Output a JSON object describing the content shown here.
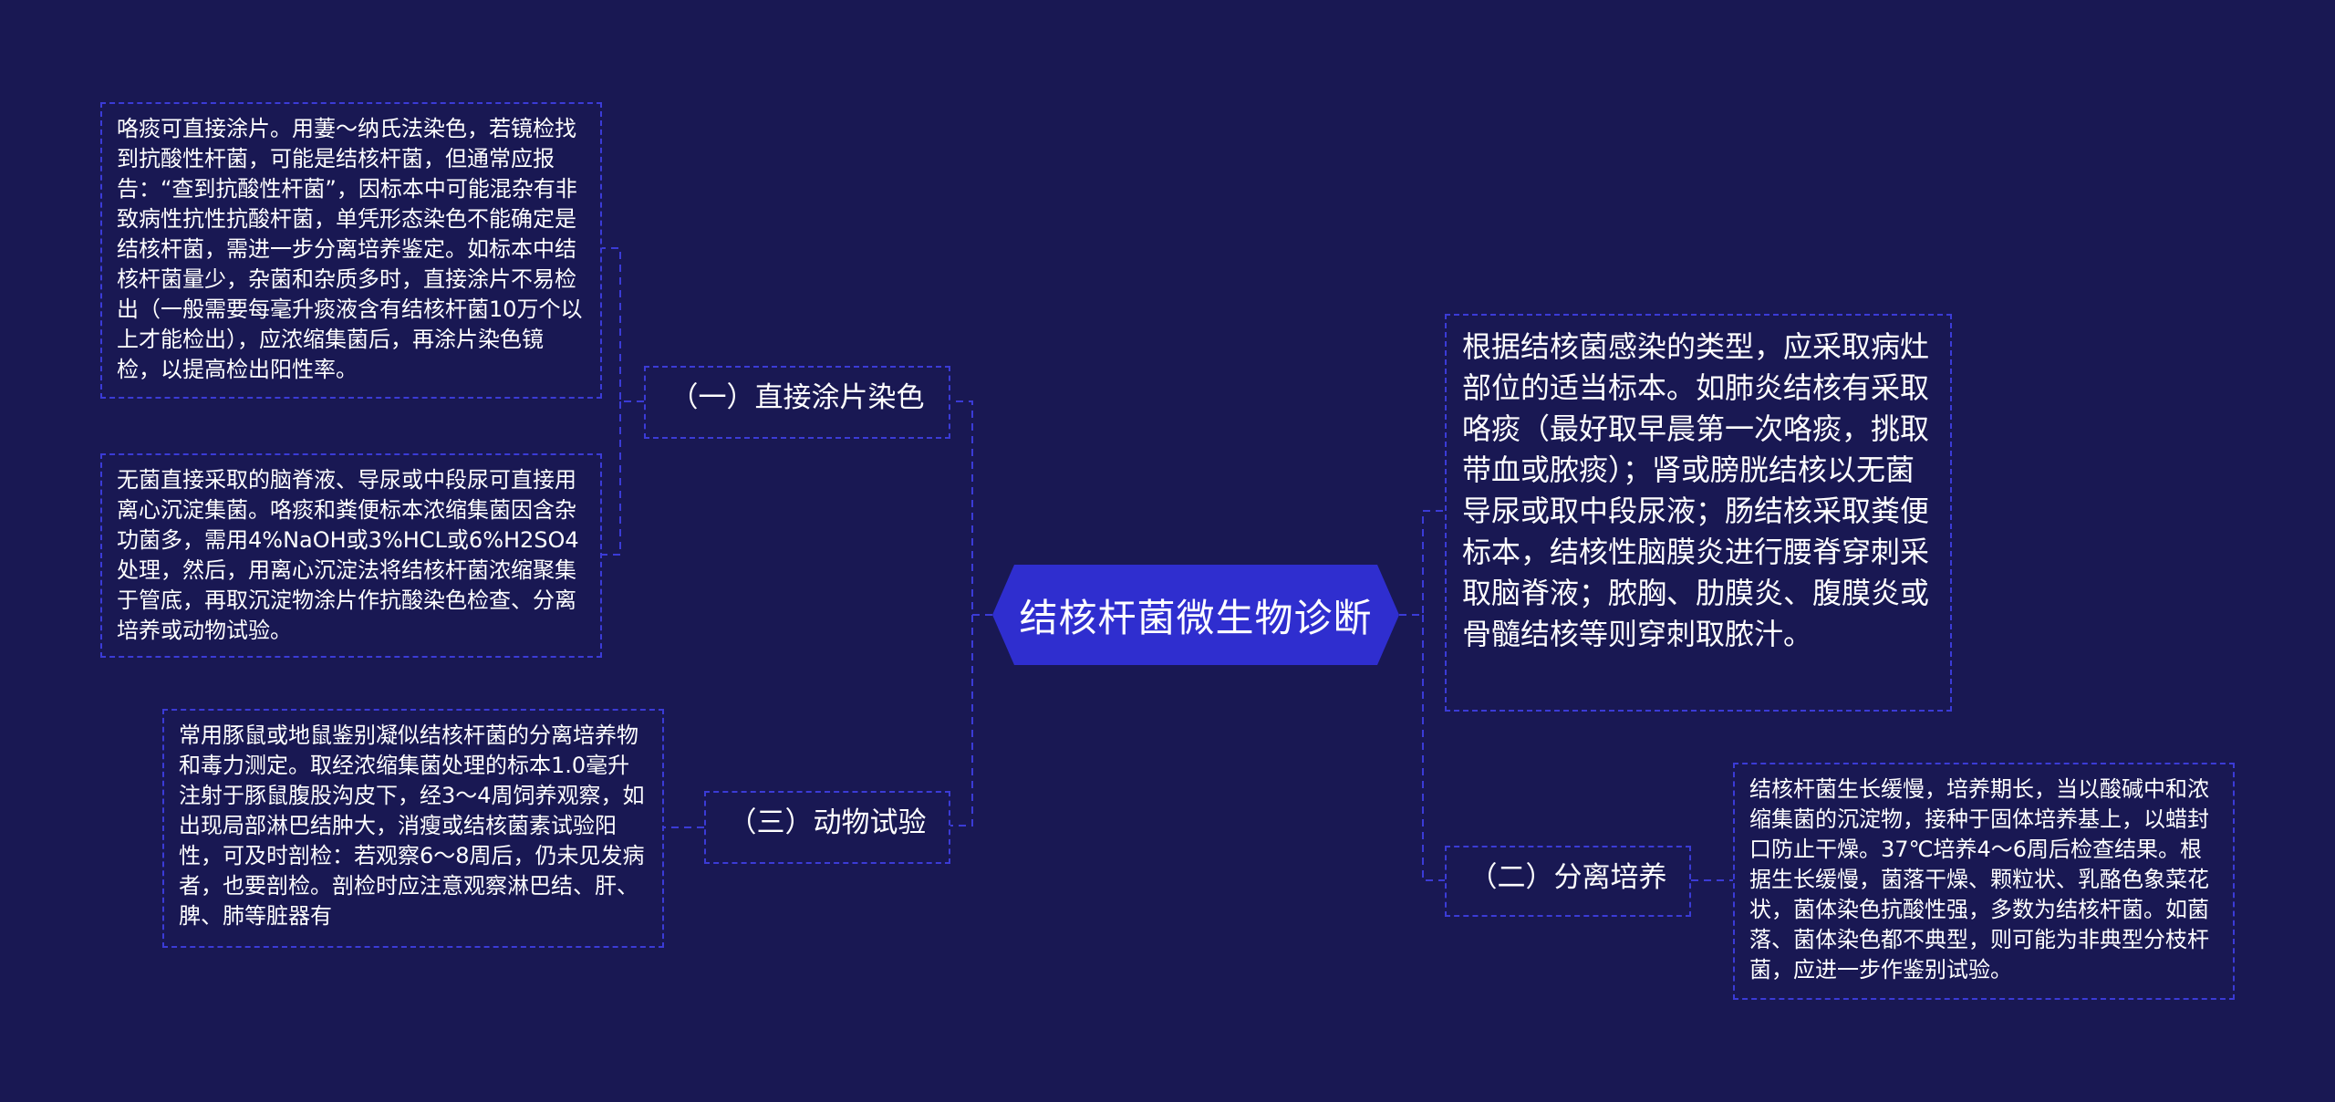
{
  "root": {
    "title": "结核杆菌微生物诊断"
  },
  "branches": {
    "b1": {
      "label": "（一）直接涂片染色"
    },
    "b2": {
      "label": "（二）分离培养"
    },
    "b3": {
      "label": "（三）动物试验"
    }
  },
  "leaves": {
    "b1_1": "咯痰可直接涂片。用萋～纳氏法染色，若镜检找到抗酸性杆菌，可能是结核杆菌，但通常应报告：“查到抗酸性杆菌”，因标本中可能混杂有非致病性抗性抗酸杆菌，单凭形态染色不能确定是结核杆菌，需进一步分离培养鉴定。如标本中结核杆菌量少，杂菌和杂质多时，直接涂片不易检出（一般需要每毫升痰液含有结核杆菌10万个以上才能检出），应浓缩集菌后，再涂片染色镜检，以提高检出阳性率。",
    "b1_2": "无菌直接采取的脑脊液、导尿或中段尿可直接用离心沉淀集菌。咯痰和粪便标本浓缩集菌因含杂功菌多，需用4%NaOH或3%HCL或6%H2SO4处理，然后，用离心沉淀法将结核杆菌浓缩聚集于管底，再取沉淀物涂片作抗酸染色检查、分离培养或动物试验。",
    "b2_1": "结核杆菌生长缓慢，培养期长，当以酸碱中和浓缩集菌的沉淀物，接种于固体培养基上，以蜡封口防止干燥。37℃培养4～6周后检查结果。根据生长缓慢，菌落干燥、颗粒状、乳酪色象菜花状，菌体染色抗酸性强，多数为结核杆菌。如菌落、菌体染色都不典型，则可能为非典型分枝杆菌，应进一步作鉴别试验。",
    "b3_1": "常用豚鼠或地鼠鉴别凝似结核杆菌的分离培养物和毒力测定。取经浓缩集菌处理的标本1.0毫升注射于豚鼠腹股沟皮下，经3～4周饲养观察，如出现局部淋巴结肿大，消瘦或结核菌素试验阳性，可及时剖检：若观察6～8周后，仍未见发病者，也要剖检。剖检时应注意观察淋巴结、肝、脾、肺等脏器有"
  },
  "note": "根据结核菌感染的类型，应采取病灶部位的适当标本。如肺炎结核有采取咯痰（最好取早晨第一次咯痰，挑取带血或脓痰）；肾或膀胱结核以无菌导尿或取中段尿液；肠结核采取粪便标本，结核性脑膜炎进行腰脊穿刺采取脑脊液；脓胸、肋膜炎、腹膜炎或骨髓结核等则穿刺取脓汁。",
  "colors": {
    "background": "#191853",
    "root_fill": "#2f2ecf",
    "border": "#3b3bd6",
    "text": "#ffffff"
  }
}
